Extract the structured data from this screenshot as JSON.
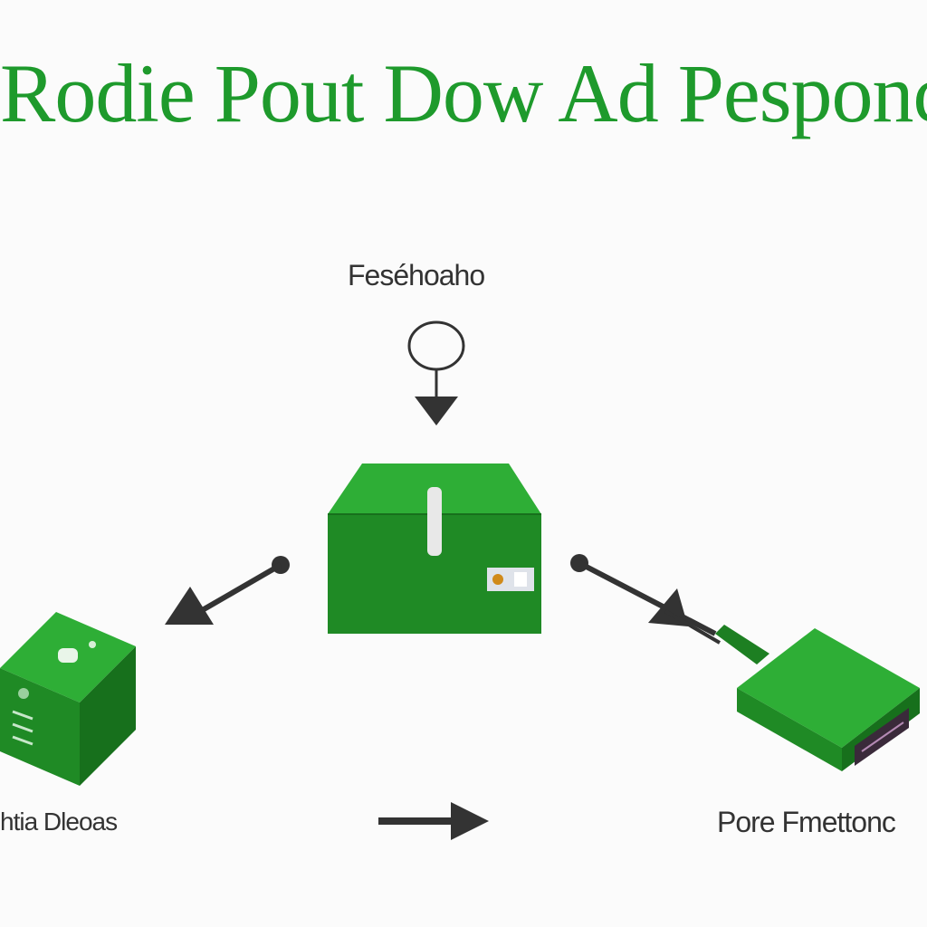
{
  "title": "Rodie Pout Dow Ad Pesponc",
  "labels": {
    "top": "Feséhoaho",
    "left": "htia Dleoas",
    "right": "Pore Fmettonc"
  },
  "colors": {
    "title_green": "#1e9a2c",
    "box_green": "#1f8a25",
    "box_green_dark": "#17701c",
    "box_green_light": "#2eae36",
    "arrow": "#333333"
  }
}
